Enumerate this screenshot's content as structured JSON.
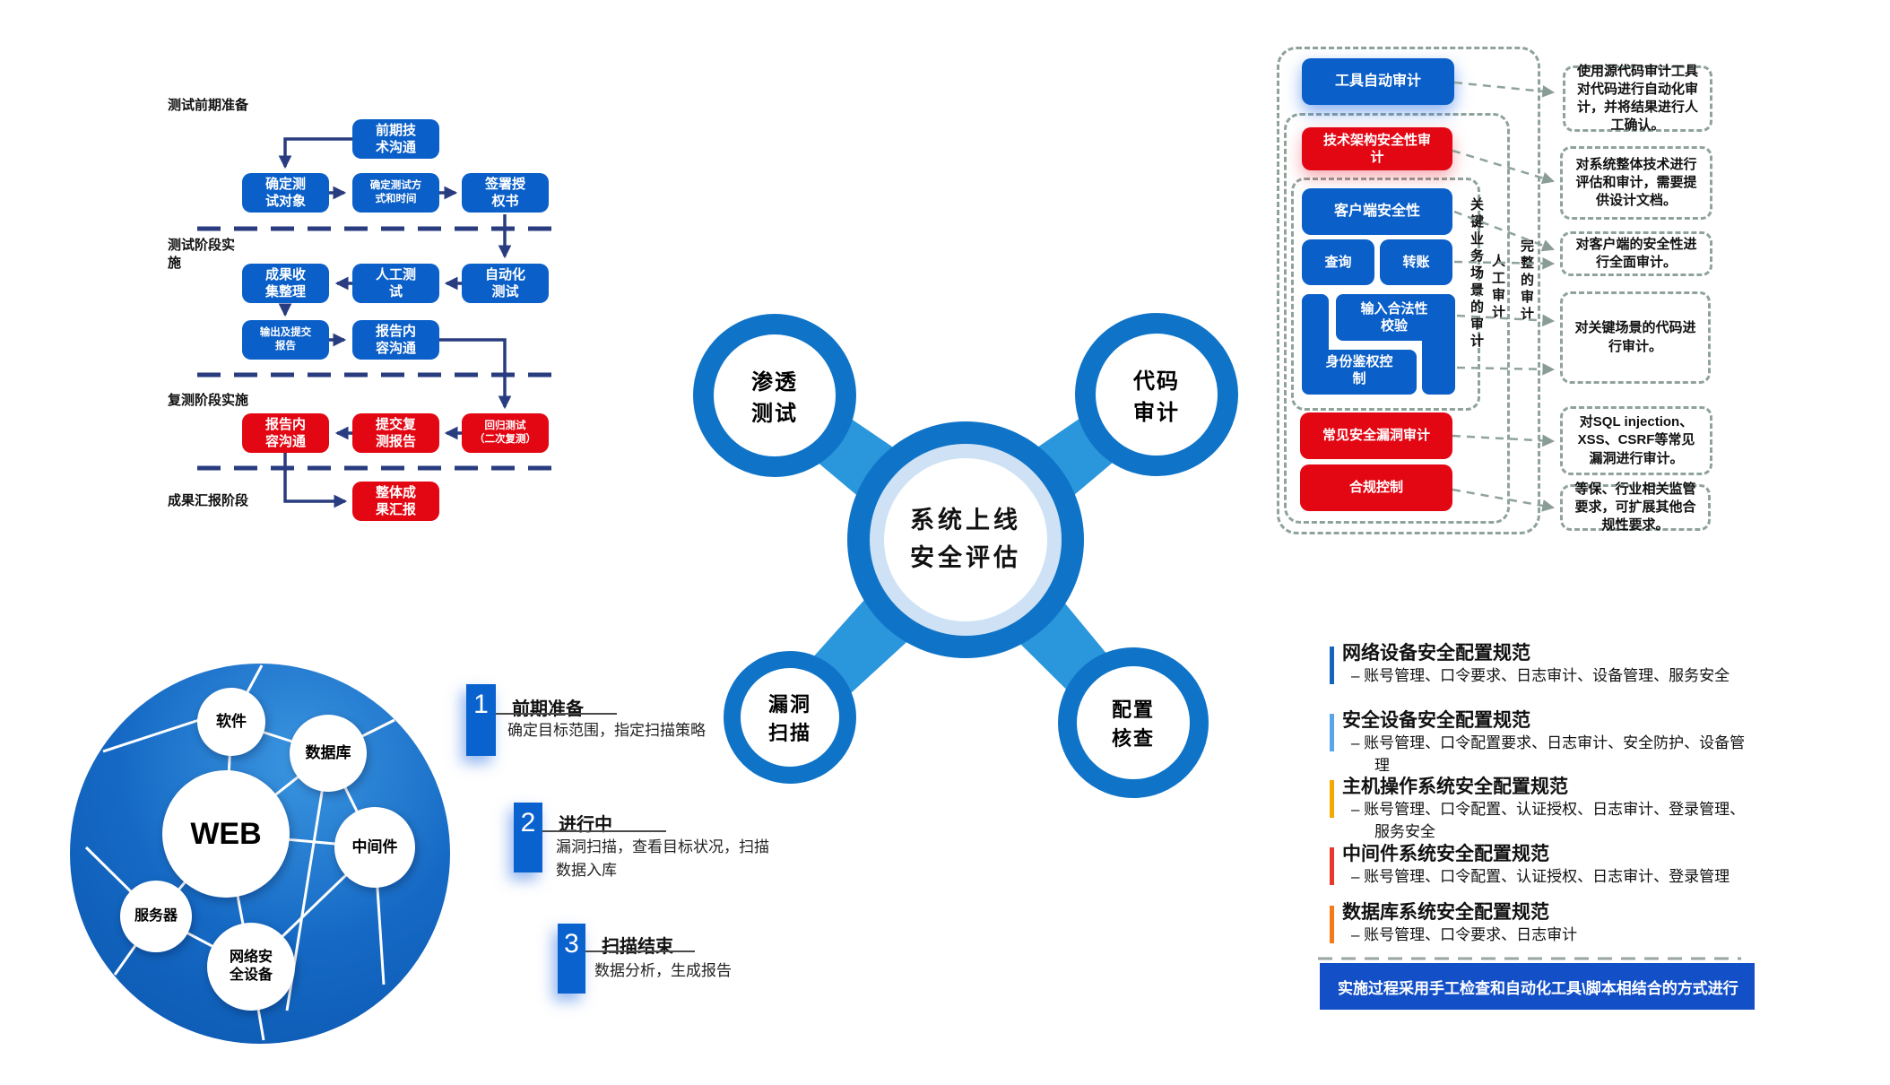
{
  "colors": {
    "flow_blue": "#0a5fc8",
    "flow_red": "#e30613",
    "arrow_navy": "#283c7f",
    "ring_blue": "#0f74c8",
    "connector_blue": "#2a96dc",
    "ring_light": "#cfe2f5",
    "dashed_gray": "#8fa39b",
    "banner_blue": "#1350c8",
    "step_blue": "#0a62cf"
  },
  "left_flow": {
    "section_labels": [
      "测试前期准备",
      "测试阶段实\n施",
      "复测阶段实施",
      "成果汇报阶段"
    ],
    "boxes": {
      "pre_comm": "前期技\n术沟通",
      "target": "确定测\n试对象",
      "method_time": "确定测试方\n式和时间",
      "authorization": "签署授\n权书",
      "collect": "成果收\n集整理",
      "manual_test": "人工测\n试",
      "auto_test": "自动化\n测试",
      "submit_report": "输出及提交\n报告",
      "report_comm": "报告内\n容沟通",
      "report_comm2": "报告内\n容沟通",
      "retest_report": "提交复\n测报告",
      "regression": "回归测试\n（二次复测）",
      "final_report": "整体成\n果汇报"
    }
  },
  "hub": {
    "center_label": "系统上线\n安全评估",
    "satellites": {
      "pentest": "渗透\n测试",
      "code_audit": "代码\n审计",
      "vuln_scan": "漏洞\n扫描",
      "config_check": "配置\n核查"
    }
  },
  "code_audit_flow": {
    "boxes": {
      "tool_audit": "工具自动审计",
      "arch_audit": "技术架构安全性审\n计",
      "client_security": "客户端安全性",
      "query": "查询",
      "transfer": "转账",
      "input_validation": "输入合法性\n校验",
      "auth_control": "身份鉴权控\n制",
      "common_vuln": "常见安全漏洞审计",
      "compliance": "合规控制"
    },
    "vertical_labels": [
      "关键业务场景的审计",
      "人工审计",
      "完整的审计"
    ],
    "notes": [
      "使用源代码审计工具对代码进行自动化审计，并将结果进行人工确认。",
      "对系统整体技术进行评估和审计，需要提供设计文档。",
      "对客户端的安全性进行全面审计。",
      "对关键场景的代码进行审计。",
      "对SQL injection、XSS、CSRF等常见漏洞进行审计。",
      "等保、行业相关监管要求，可扩展其他合规性要求。"
    ]
  },
  "asset_cluster": {
    "nodes": {
      "software": "软件",
      "database": "数据库",
      "web": "WEB",
      "middleware": "中间件",
      "server": "服务器",
      "net_device": "网络安\n全设备"
    }
  },
  "scan_steps": [
    {
      "num": "1",
      "title": "前期准备",
      "desc": "确定目标范围，指定扫描策略"
    },
    {
      "num": "2",
      "title": "进行中",
      "desc": "漏洞扫描，查看目标状况，扫描\n数据入库"
    },
    {
      "num": "3",
      "title": "扫描结束",
      "desc": "数据分析，生成报告"
    }
  ],
  "config_specs": [
    {
      "title": "网络设备安全配置规范",
      "desc": "–  账号管理、口令要求、日志审计、设备管理、服务安全",
      "color": "#1565c0"
    },
    {
      "title": "安全设备安全配置规范",
      "desc": "–  账号管理、口令配置要求、日志审计、安全防护、设备管理",
      "color": "#58a6e8"
    },
    {
      "title": "主机操作系统安全配置规范",
      "desc": "–  账号管理、口令配置、认证授权、日志审计、登录管理、服务安全",
      "color": "#f2a900"
    },
    {
      "title": "中间件系统安全配置规范",
      "desc": "–  账号管理、口令配置、认证授权、日志审计、登录管理",
      "color": "#e8382e"
    },
    {
      "title": "数据库系统安全配置规范",
      "desc": "–  账号管理、口令要求、日志审计",
      "color": "#f57a1a"
    }
  ],
  "banner": "实施过程采用手工检查和自动化工具\\脚本相结合的方式进行"
}
